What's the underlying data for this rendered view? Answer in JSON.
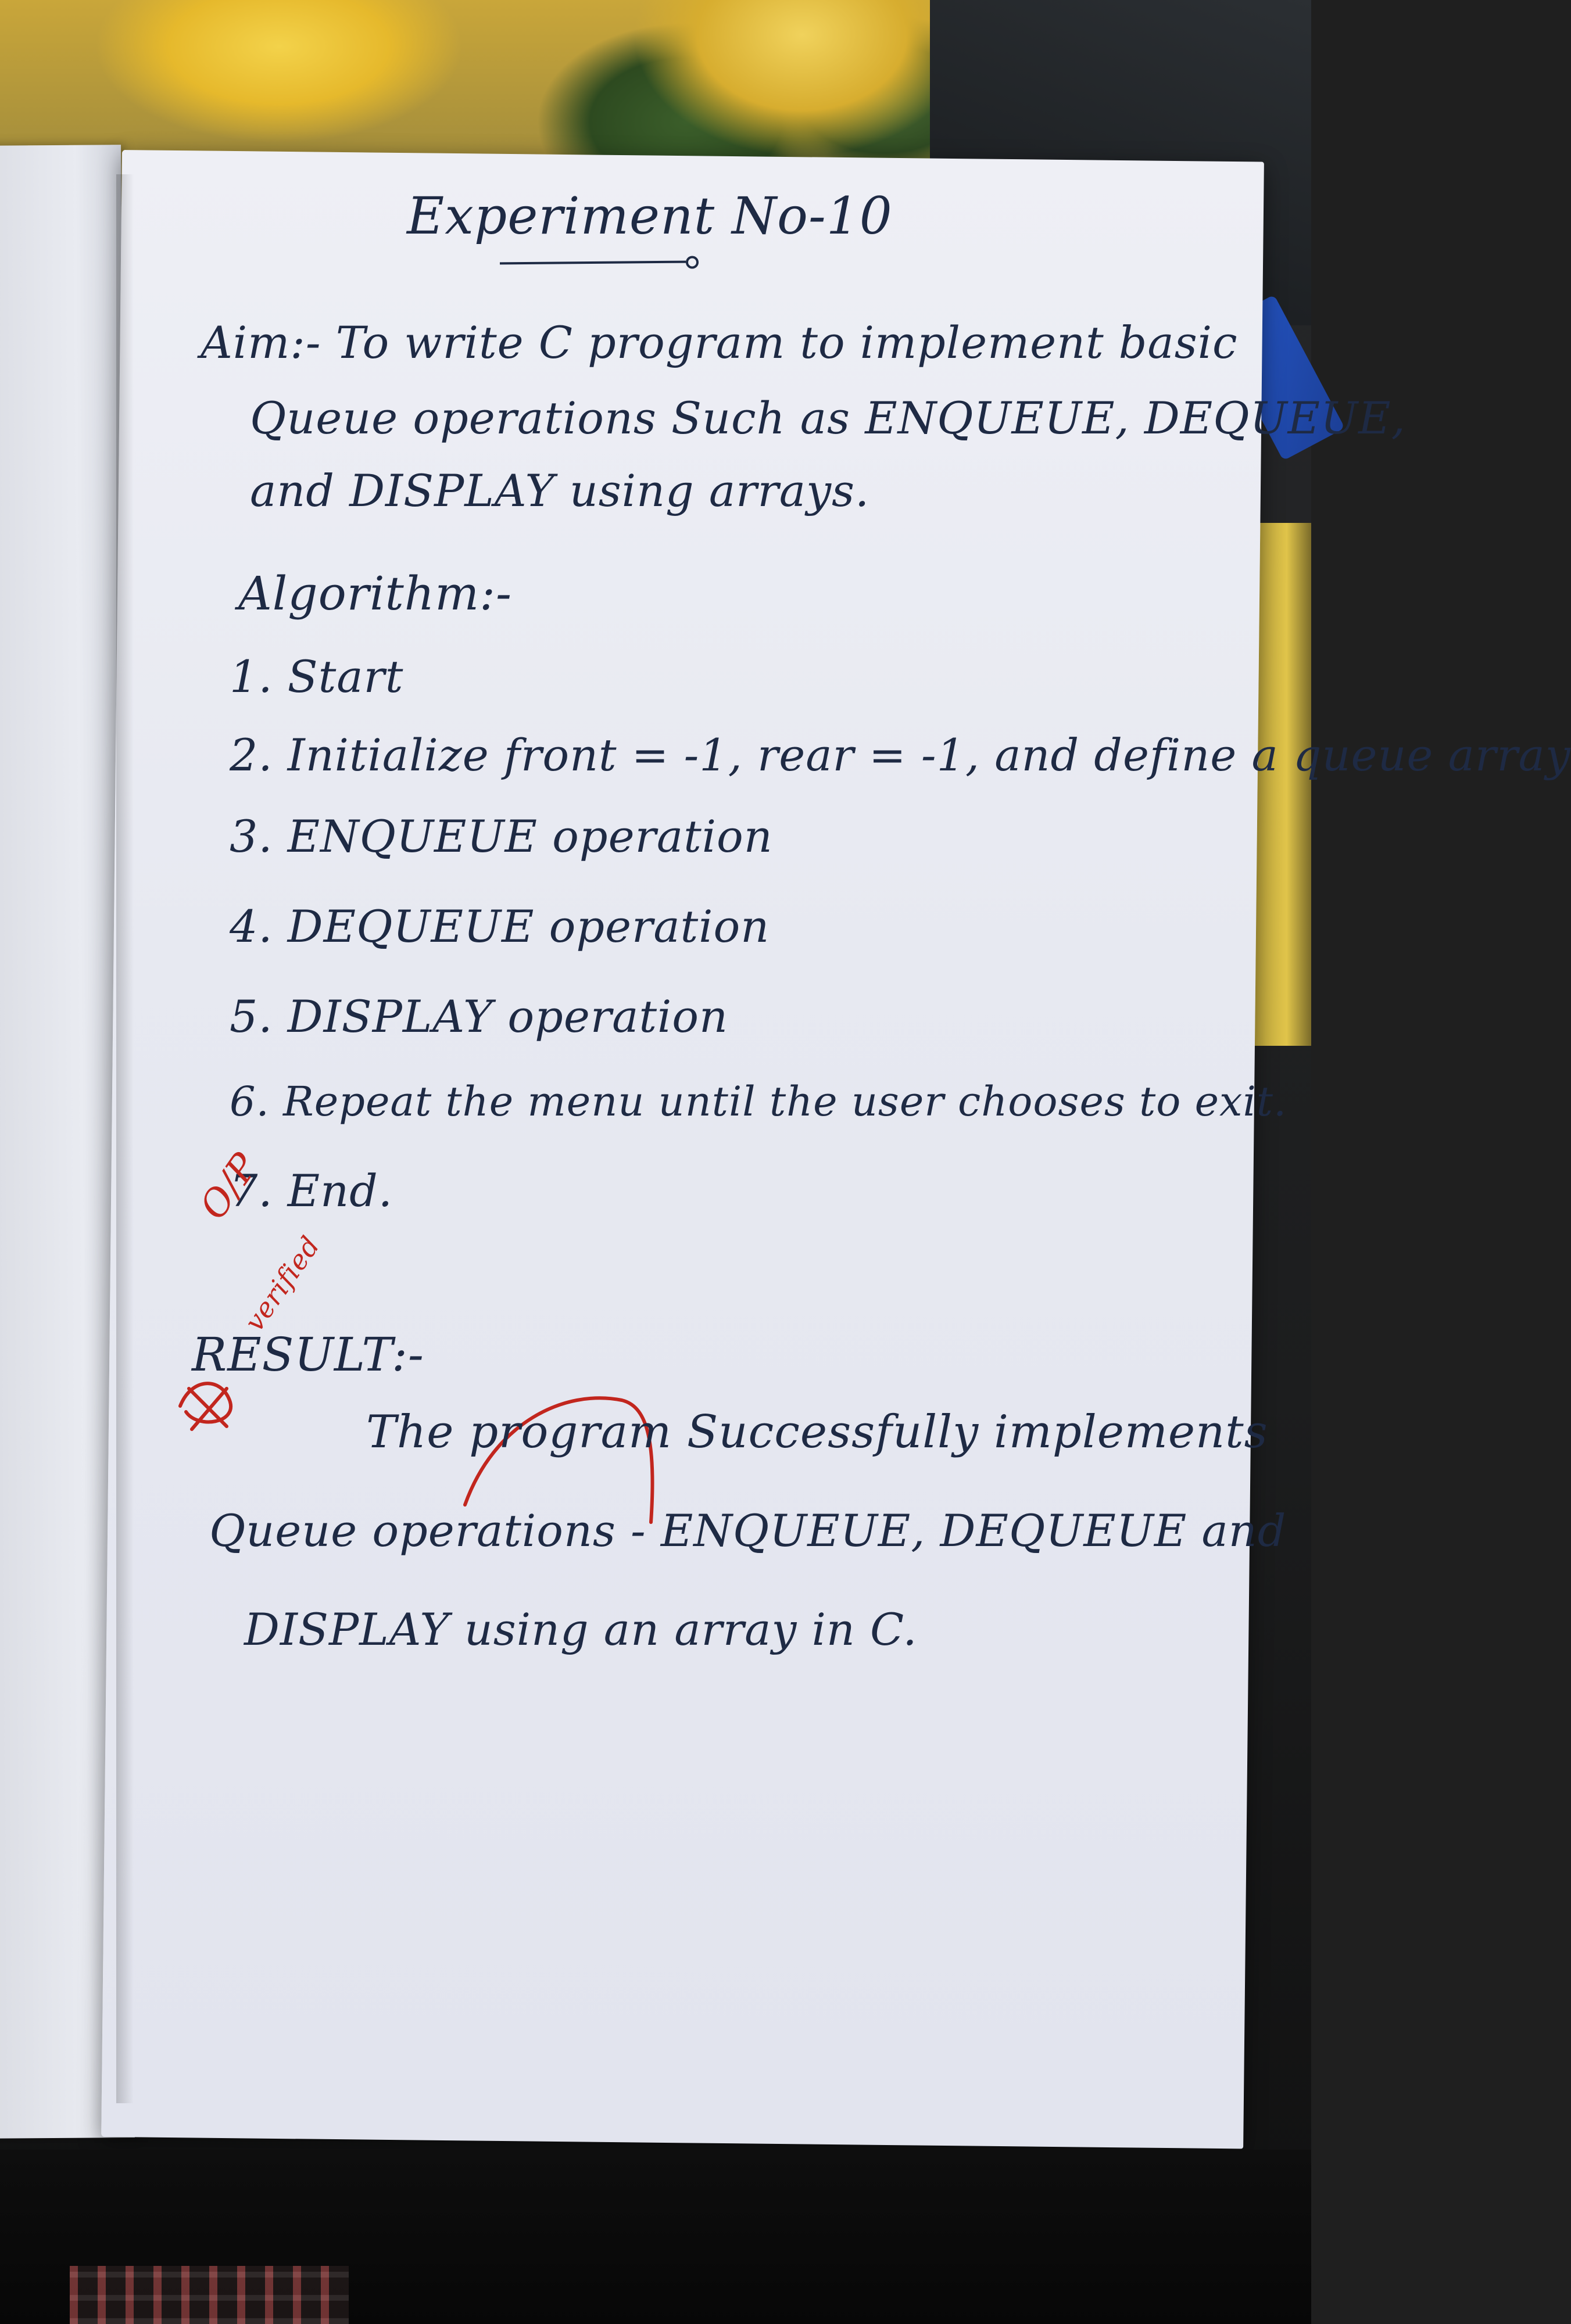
{
  "document": {
    "title": "Experiment No-10",
    "aim": [
      "Aim:- To write C program to implement basic",
      "Queue operations Such as ENQUEUE, DEQUEUE,",
      "and DISPLAY using arrays."
    ],
    "algorithm_heading": "Algorithm:-",
    "steps": [
      "1. Start",
      "2. Initialize front = -1, rear = -1, and define a queue array",
      "3. ENQUEUE operation",
      "4. DEQUEUE operation",
      "5. DISPLAY operation",
      "6. Repeat the menu until the user chooses to exit.",
      "7. End."
    ],
    "margin_note": "O/P",
    "margin_note_2": "verified",
    "result_heading": "RESULT:-",
    "result": [
      "The program Successfully implements",
      "Queue operations - ENQUEUE, DEQUEUE and",
      "DISPLAY using an array in C."
    ]
  },
  "colors": {
    "ink": "#1e2a44",
    "red_ink": "#c2261e",
    "paper": "#eeeff5"
  }
}
